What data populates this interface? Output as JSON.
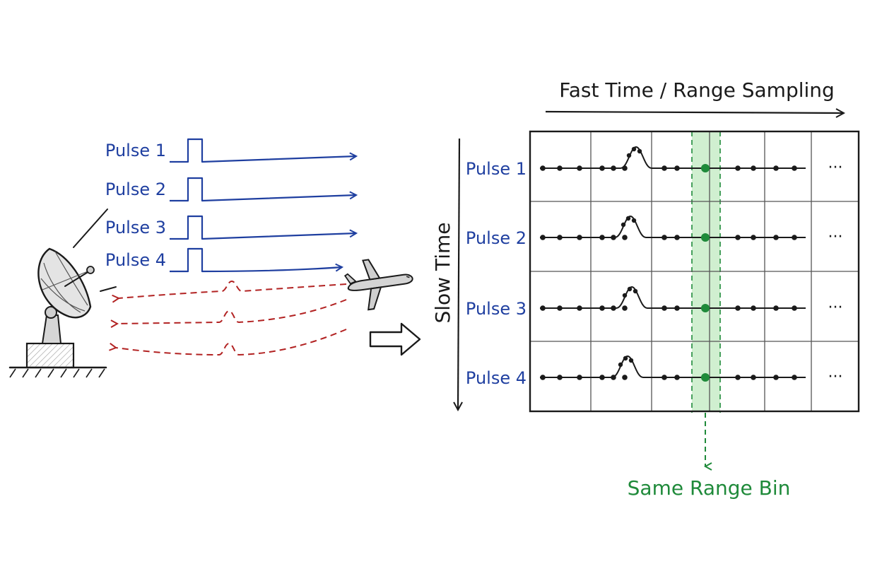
{
  "tx_pulses": [
    "Pulse 1",
    "Pulse 2",
    "Pulse 3",
    "Pulse 4"
  ],
  "fast_time_label": "Fast Time / Range Sampling",
  "slow_time_label": "Slow Time",
  "matrix_rows": [
    "Pulse 1",
    "Pulse 2",
    "Pulse 3",
    "Pulse 4"
  ],
  "ellipsis": "···",
  "range_bin_label": "Same Range Bin",
  "icons": [
    "radar-dish-icon",
    "airplane-icon",
    "outline-arrow-icon"
  ],
  "colors": {
    "transmit": "#1f3fa0",
    "echo": "#b22222",
    "range_bin": "#1f8a3a",
    "highlight": "#c8ecc8",
    "ink": "#1a1a1a"
  }
}
